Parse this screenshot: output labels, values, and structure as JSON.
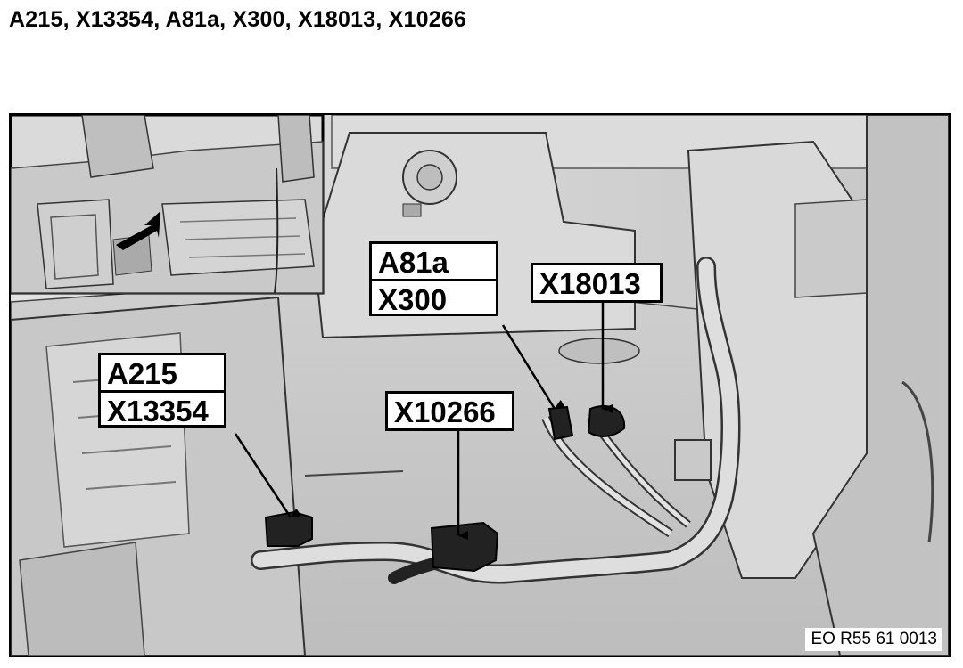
{
  "title": "A215, X13354, A81a, X300, X18013, X10266",
  "callouts": {
    "a215_x13354": {
      "line1": "A215",
      "line2": "X13354"
    },
    "a81a_x300": {
      "line1": "A81a",
      "line2": "X300"
    },
    "x18013": {
      "line1": "X18013"
    },
    "x10266": {
      "line1": "X10266"
    }
  },
  "reference_code": "EO R55 61 0013"
}
